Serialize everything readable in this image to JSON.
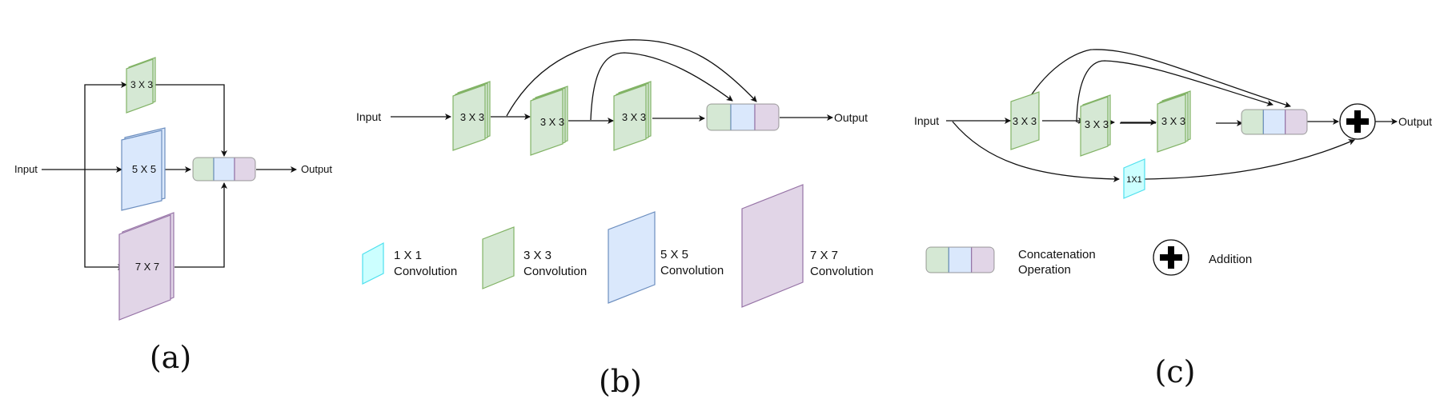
{
  "figure": {
    "panels": [
      {
        "id": "a",
        "caption": "(a)",
        "input_label": "Input",
        "output_label": "Output",
        "blocks": [
          {
            "label": "3 X 3",
            "kind": "3x3"
          },
          {
            "label": "5 X 5",
            "kind": "5x5"
          },
          {
            "label": "7 X 7",
            "kind": "7x7"
          }
        ]
      },
      {
        "id": "b",
        "caption": "(b)",
        "input_label": "Input",
        "output_label": "Output",
        "blocks": [
          {
            "label": "3 X 3",
            "kind": "3x3"
          },
          {
            "label": "3 X 3",
            "kind": "3x3"
          },
          {
            "label": "3 X 3",
            "kind": "3x3"
          }
        ]
      },
      {
        "id": "c",
        "caption": "(c)",
        "input_label": "Input",
        "output_label": "Output",
        "blocks": [
          {
            "label": "3 X 3",
            "kind": "3x3"
          },
          {
            "label": "3 X 3",
            "kind": "3x3"
          },
          {
            "label": "3 X 3",
            "kind": "3x3"
          },
          {
            "label": "1X1",
            "kind": "1x1"
          }
        ]
      }
    ],
    "legend": [
      {
        "kind": "1x1",
        "line1": "1 X 1",
        "line2": "Convolution"
      },
      {
        "kind": "3x3",
        "line1": "3 X 3",
        "line2": "Convolution"
      },
      {
        "kind": "5x5",
        "line1": "5 X 5",
        "line2": "Convolution"
      },
      {
        "kind": "7x7",
        "line1": "7 X 7",
        "line2": "Convolution"
      },
      {
        "kind": "concat",
        "line1": "Concatenation",
        "line2": "Operation"
      },
      {
        "kind": "add",
        "line1": "Addition",
        "line2": ""
      }
    ],
    "colors": {
      "1x1": {
        "fill": "#ccffff",
        "stroke": "#4ee0ee"
      },
      "3x3": {
        "fill": "#d5e8d4",
        "stroke": "#82b366"
      },
      "5x5": {
        "fill": "#dae8fc",
        "stroke": "#6c8ebf"
      },
      "7x7": {
        "fill": "#e1d5e7",
        "stroke": "#9673a6"
      }
    }
  }
}
